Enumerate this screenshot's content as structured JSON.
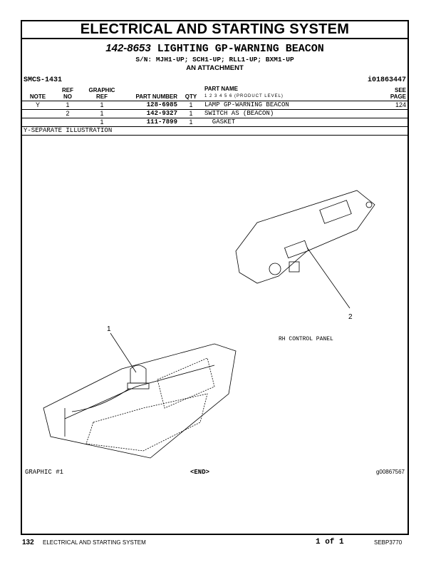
{
  "section_title": "ELECTRICAL AND STARTING SYSTEM",
  "group": {
    "number": "142-8653",
    "name": "LIGHTING GP-WARNING BEACON",
    "serials": "S/N: MJH1-UP; SCH1-UP; RLL1-UP; BXM1-UP",
    "subtitle": "AN ATTACHMENT"
  },
  "smcs": "SMCS-1431",
  "info_id": "i01863447",
  "table": {
    "headers": {
      "note": "NOTE",
      "ref_no": [
        "REF",
        "NO"
      ],
      "graphic_ref": [
        "GRAPHIC",
        "REF"
      ],
      "part_number": "PART NUMBER",
      "qty": "QTY",
      "part_name": "PART NAME",
      "product_level": "1  2  3  4  5  6  (PRODUCT LEVEL)",
      "see_page": [
        "SEE",
        "PAGE"
      ]
    },
    "rows": [
      {
        "note": "Y",
        "ref_no": "1",
        "graphic_ref": "1",
        "part_number": "128-6985",
        "qty": "1",
        "part_name": "LAMP GP-WARNING BEACON",
        "see_page": "124"
      },
      {
        "note": "",
        "ref_no": "2",
        "graphic_ref": "1",
        "part_number": "142-9327",
        "qty": "1",
        "part_name": "SWITCH AS (BEACON)",
        "see_page": ""
      },
      {
        "note": "",
        "ref_no": "",
        "graphic_ref": "1",
        "part_number": "111-7899",
        "qty": "1",
        "part_name": "  GASKET",
        "see_page": ""
      }
    ]
  },
  "note_text": "Y-SEPARATE ILLUSTRATION",
  "illustration": {
    "callout_1": "1",
    "callout_2": "2",
    "panel_label": "RH CONTROL PANEL"
  },
  "graphic_label": "GRAPHIC #1",
  "end_label": "<END>",
  "graphic_id": "g00867567",
  "footer": {
    "page": "132",
    "section": "ELECTRICAL AND STARTING SYSTEM",
    "count": "1 of 1",
    "doc": "SEBP3770"
  }
}
